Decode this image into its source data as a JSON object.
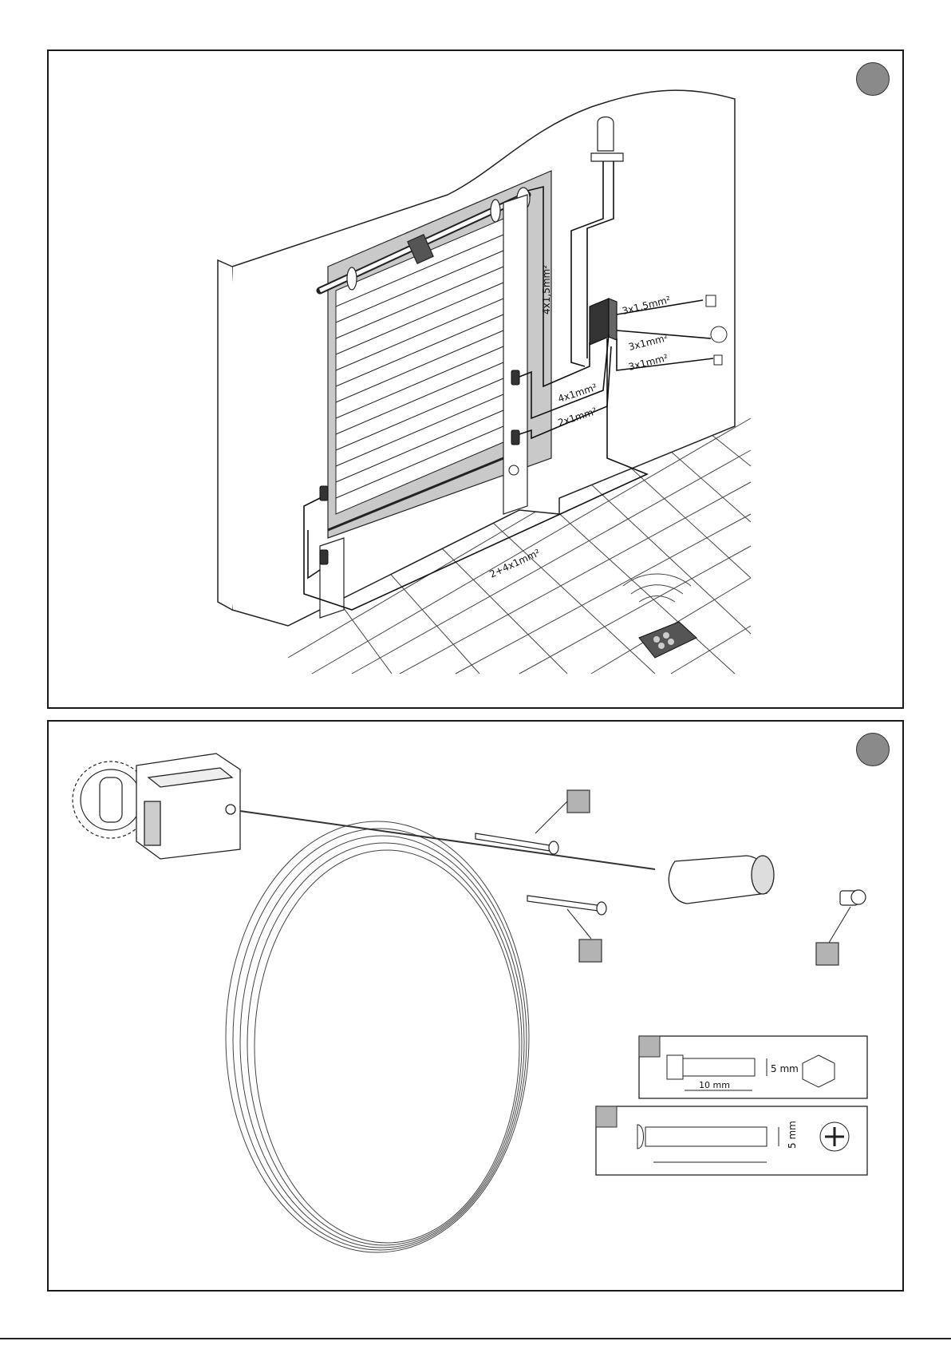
{
  "top_panel": {
    "cable_labels": {
      "motor_cable": "4x1,5mm²",
      "mains_cable": "3x1,5mm²",
      "flashing_light_cable": "3x1mm²",
      "key_switch_cable": "3x1mm²",
      "photocell_tx_cable": "4x1mm²",
      "photocell_rx_cable": "2x1mm²",
      "floor_photocell_cable": "2+4x1mm²"
    }
  },
  "bottom_panel": {
    "screw_detail_a": {
      "diameter": "5 mm",
      "length": "10 mm"
    },
    "screw_detail_b": {
      "diameter": "5 mm"
    }
  }
}
